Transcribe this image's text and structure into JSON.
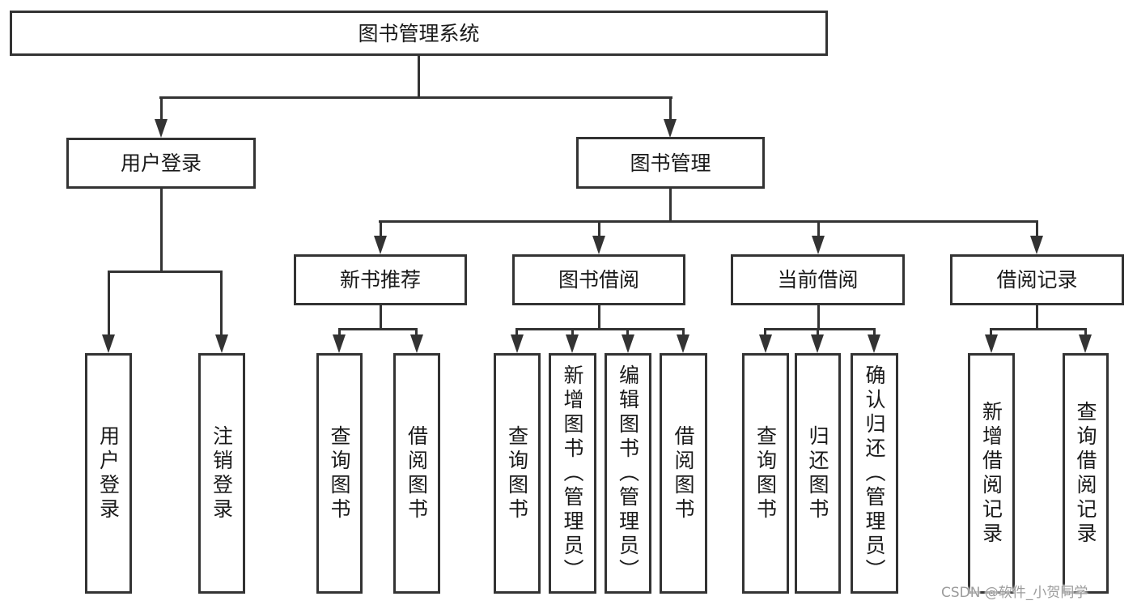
{
  "diagram_title": "图书管理系统",
  "nodes": {
    "root": "图书管理系统",
    "user_login": "用户登录",
    "book_management": "图书管理",
    "new_book_recommend": "新书推荐",
    "book_borrow": "图书借阅",
    "current_borrow": "当前借阅",
    "borrow_records": "借阅记录",
    "leaves": {
      "user_login": "用户登录",
      "logout_login": "注销登录",
      "nbr_query_books": "查询图书",
      "nbr_borrow_books": "借阅图书",
      "bb_query_books": "查询图书",
      "bb_add_books_admin": "新增图书（管理员）",
      "bb_edit_books_admin": "编辑图书（管理员）",
      "bb_borrow_books": "借阅图书",
      "cb_query_books": "查询图书",
      "cb_return_books": "归还图书",
      "cb_confirm_return_admin": "确认归还（管理员）",
      "br_add_record": "新增借阅记录",
      "br_query_record": "查询借阅记录"
    }
  },
  "watermark": "CSDN @软件_小贺同学",
  "colors": {
    "line": "#333333",
    "text": "#1a1a1a",
    "watermark": "#9c9c9c",
    "background": "#ffffff"
  }
}
